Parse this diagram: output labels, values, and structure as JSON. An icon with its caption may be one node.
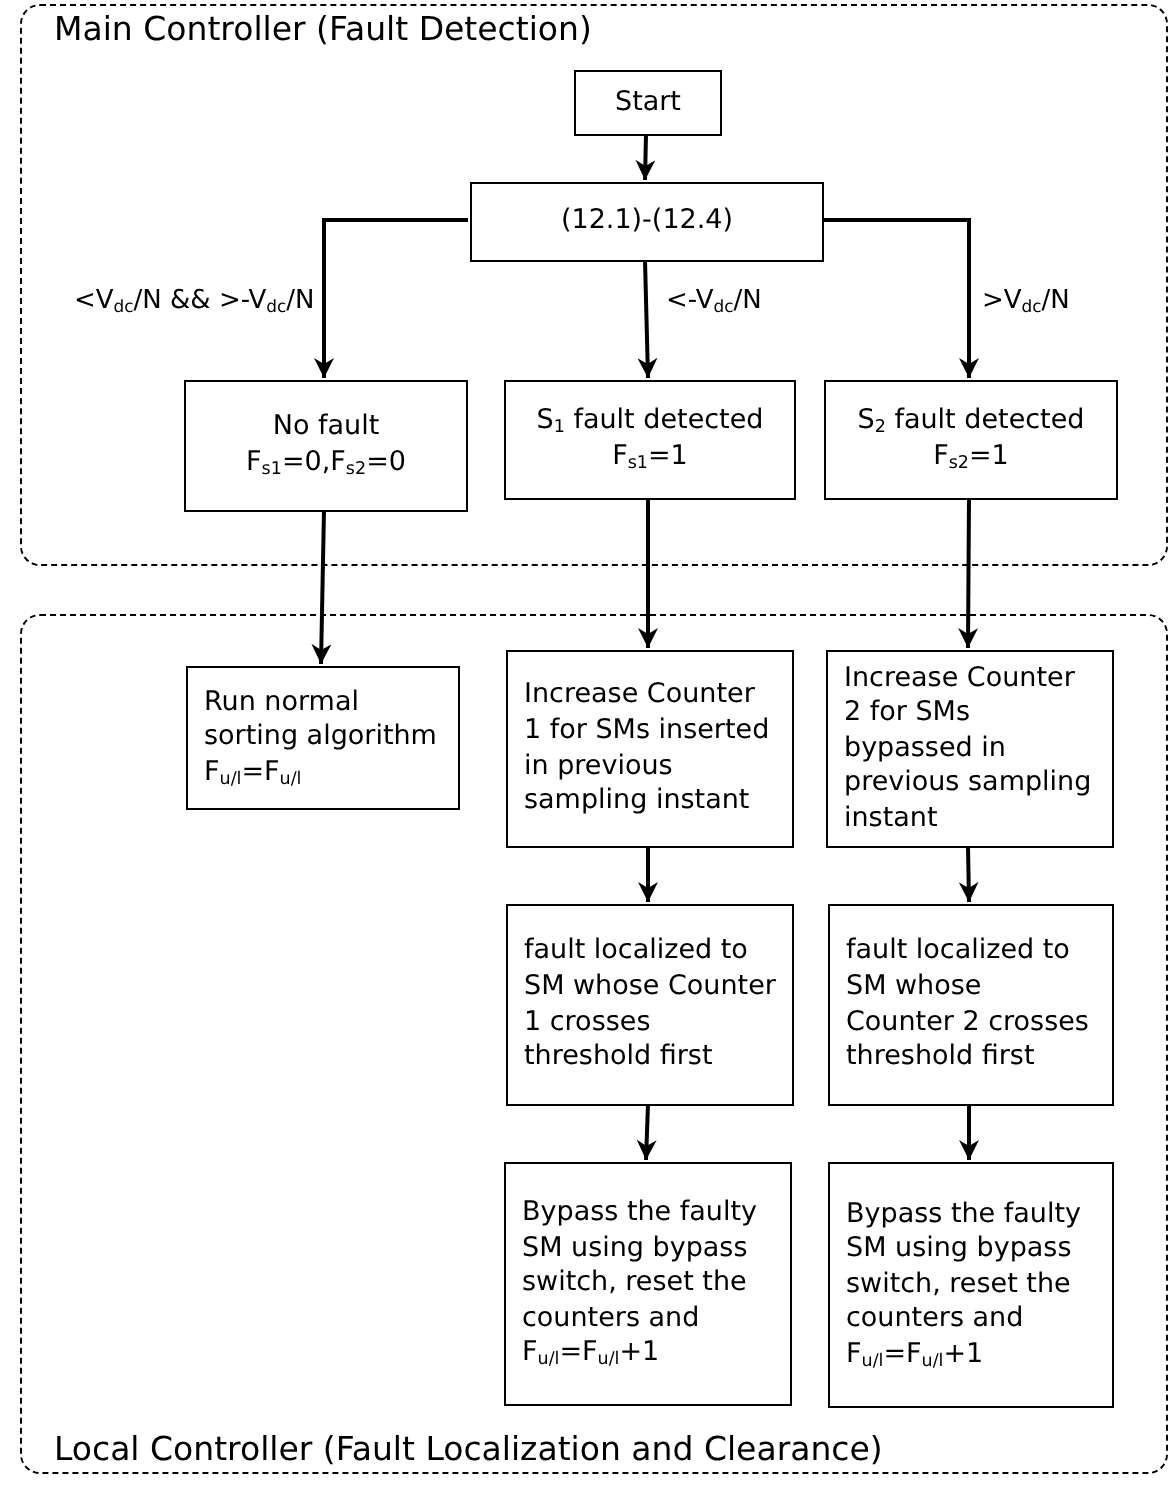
{
  "diagram": {
    "nodes": [
      {
        "text": [
          "Main Controller (Fault Detection)"
        ]
      },
      {
        "text": [
          "Start"
        ],
        "in": 0
      },
      {
        "text": [
          "(12.1)-(12.4)"
        ],
        "in": 0
      },
      {
        "text": [
          "No fault",
          "F$_{s1}$=0,F$_{s2}$=0"
        ],
        "in": 0
      },
      {
        "text": [
          "S$_{1}$ fault detected",
          "F$_{s1}$=1"
        ],
        "in": 0
      },
      {
        "text": [
          "S$_{2}$ fault detected",
          "F$_{s2}$=1"
        ],
        "in": 0
      },
      {
        "text": [
          "Local Controller (Fault Localization and Clearance)"
        ]
      },
      {
        "text": [
          "Run normal sorting algorithm",
          "F$_{u/l}$=F$_{u/l}$"
        ],
        "in": 6
      },
      {
        "text": [
          "Increase Counter 1 for SMs inserted in previous sampling instant"
        ],
        "in": 6
      },
      {
        "text": [
          "Increase Counter 2 for SMs bypassed in previous sampling instant"
        ],
        "in": 6
      },
      {
        "text": [
          "fault localized to SM whose Counter 1 crosses threshold first"
        ],
        "in": 6
      },
      {
        "text": [
          "fault localized to SM whose Counter 2 crosses threshold first"
        ],
        "in": 6
      },
      {
        "text": [
          "Bypass the faulty SM using bypass switch, reset the counters and F$_{u/l}$=F$_{u/l}$+1"
        ],
        "in": 6
      },
      {
        "text": [
          "Bypass the faulty SM using bypass switch, reset the counters and F$_{u/l}$=F$_{u/l}$+1"
        ],
        "in": 6
      }
    ],
    "edges": [
      {
        "from": 1,
        "to": 2,
        "arrow": "to"
      },
      {
        "from": 2,
        "to": 3,
        "arrow": "to",
        "label": "<V$_{dc}$/N && >-V$_{dc}$/N"
      },
      {
        "from": 2,
        "to": 4,
        "arrow": "to",
        "label": "<-V$_{dc}$/N"
      },
      {
        "from": 2,
        "to": 5,
        "arrow": "to",
        "label": ">V$_{dc}$/N"
      },
      {
        "from": 3,
        "to": 7,
        "arrow": "to"
      },
      {
        "from": 4,
        "to": 8,
        "arrow": "to"
      },
      {
        "from": 5,
        "to": 9,
        "arrow": "to"
      },
      {
        "from": 8,
        "to": 10,
        "arrow": "to"
      },
      {
        "from": 9,
        "to": 11,
        "arrow": "to"
      },
      {
        "from": 10,
        "to": 12,
        "arrow": "to"
      },
      {
        "from": 11,
        "to": 13,
        "arrow": "to"
      }
    ]
  }
}
